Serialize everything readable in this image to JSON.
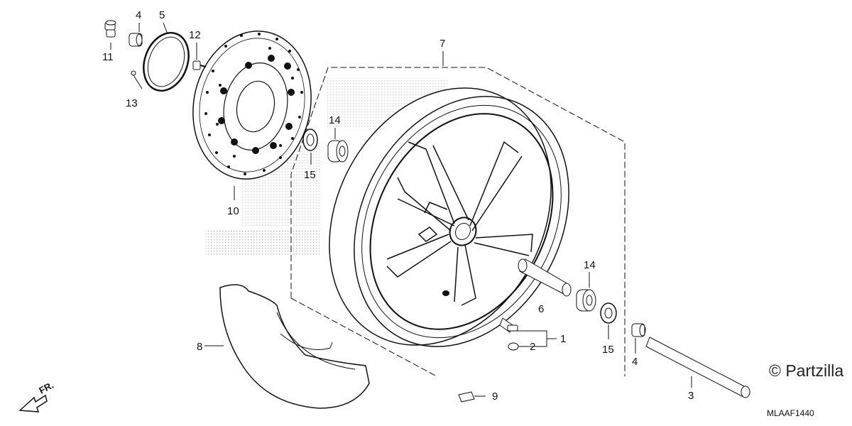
{
  "callouts": [
    "1",
    "2",
    "3",
    "4",
    "4",
    "5",
    "6",
    "7",
    "8",
    "9",
    "10",
    "11",
    "12",
    "13",
    "14",
    "14",
    "15",
    "15"
  ],
  "direction_label": "FR.",
  "watermark": "© Partzilla",
  "diagram_code": "MLAAF1440",
  "colors": {
    "line": "#111111",
    "background": "#ffffff",
    "halftone": "#bbbbbb"
  }
}
